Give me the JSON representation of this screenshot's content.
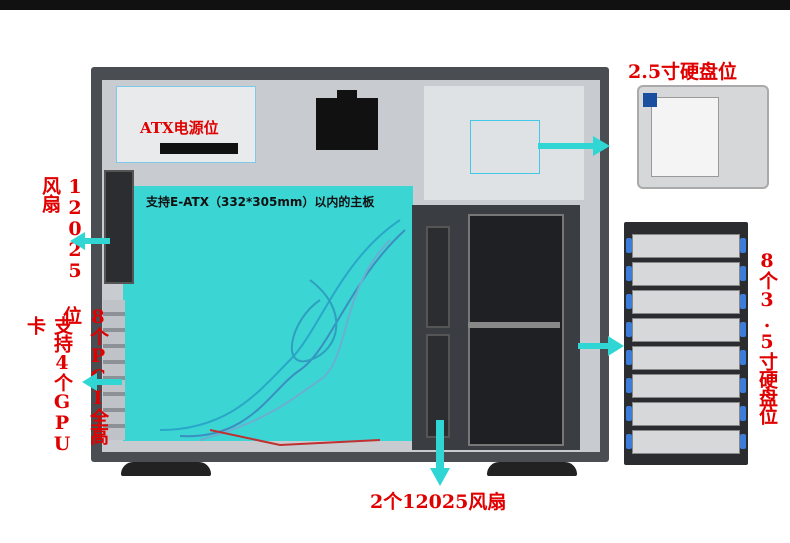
{
  "labels": {
    "psu": "ATX电源位",
    "hdd25": "2.5寸硬盘位",
    "motherboard": "支持E-ATX（332*305mm）以内的主板",
    "rear_fan": "12025风扇",
    "pci": "8个PCI全高位",
    "gpu": "支持4个GPU卡",
    "hdd35": "8个3.5寸硬盘位",
    "front_fans": "2个12025风扇"
  },
  "colors": {
    "annotation_red": "#e00000",
    "arrow_cyan": "#2fd6d4",
    "drive_clip_blue": "#3b7dd8"
  },
  "drive_bay_count": 8,
  "icons": [
    "arrow-right-icon",
    "arrow-left-icon",
    "arrow-down-icon"
  ]
}
